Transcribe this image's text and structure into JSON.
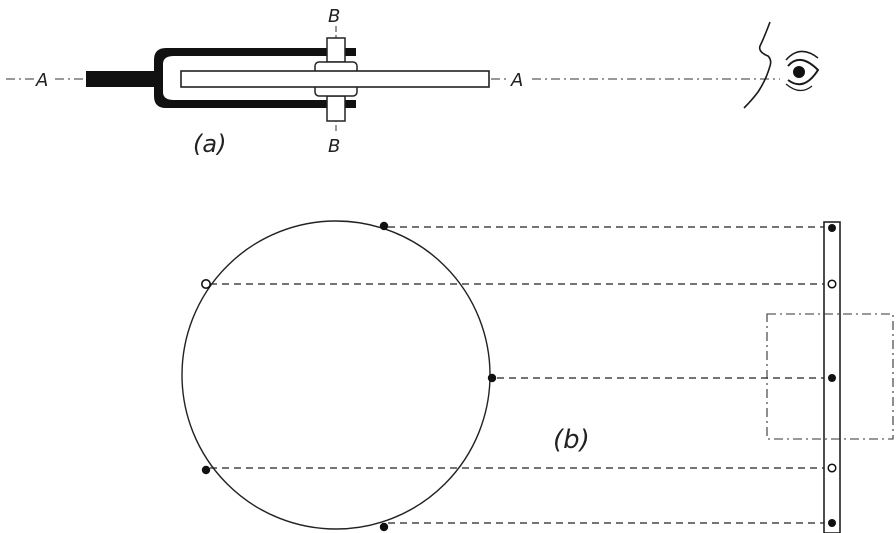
{
  "figure_a": {
    "caption": "(a)",
    "axis_label_left": "A",
    "axis_label_right": "A",
    "shaft_label_top": "B",
    "shaft_label_bottom": "B"
  },
  "figure_b": {
    "caption": "(b)",
    "disc_dots": [
      {
        "kind": "filled"
      },
      {
        "kind": "hollow"
      },
      {
        "kind": "filled"
      },
      {
        "kind": "filled"
      },
      {
        "kind": "filled"
      }
    ],
    "strip_dots": [
      "filled",
      "hollow",
      "filled",
      "hollow",
      "filled"
    ]
  }
}
